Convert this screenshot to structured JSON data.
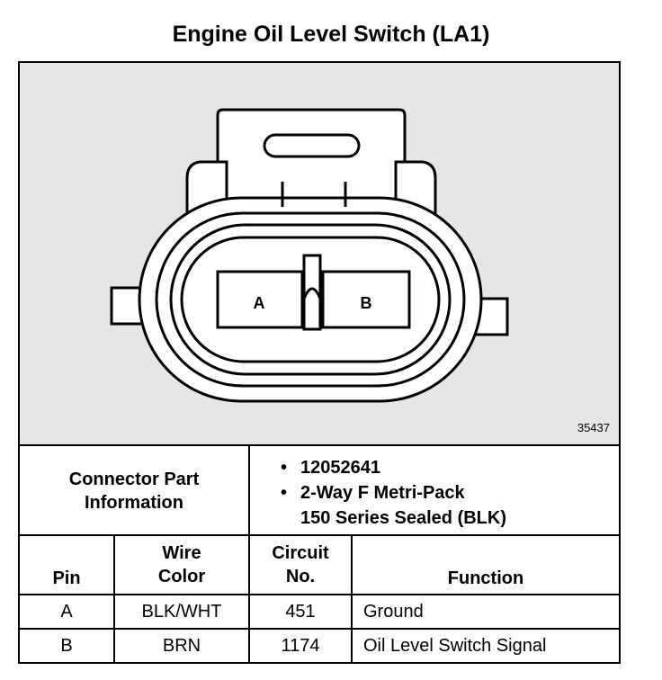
{
  "title": "Engine Oil Level Switch (LA1)",
  "figure": {
    "number": "35437",
    "pin_labels": [
      "A",
      "B"
    ]
  },
  "connector_info": {
    "label_lines": [
      "Connector Part",
      "Information"
    ],
    "part_number": "12052641",
    "description_lines": [
      "2-Way F Metri-Pack",
      "150 Series Sealed (BLK)"
    ],
    "bullet": "•"
  },
  "table": {
    "headers": {
      "pin": "Pin",
      "wire_color": [
        "Wire",
        "Color"
      ],
      "circuit": [
        "Circuit",
        "No."
      ],
      "function": "Function"
    },
    "rows": [
      {
        "pin": "A",
        "wire_color": "BLK/WHT",
        "circuit": "451",
        "function": "Ground"
      },
      {
        "pin": "B",
        "wire_color": "BRN",
        "circuit": "1174",
        "function": "Oil Level Switch Signal"
      }
    ]
  }
}
